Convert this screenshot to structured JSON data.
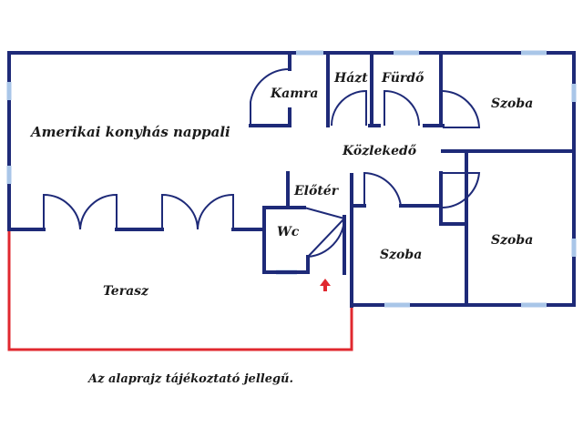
{
  "rooms": {
    "living": "Amerikai konyhás nappali",
    "pantry": "Kamra",
    "utility": "Házt",
    "bathroom": "Fürdő",
    "room_ne": "Szoba",
    "hallway": "Közlekedő",
    "entrance": "Előtér",
    "wc": "Wc",
    "room_center": "Szoba",
    "room_se": "Szoba",
    "terrace": "Terasz"
  },
  "disclaimer": "Az alaprajz tájékoztató jellegű.",
  "colors": {
    "wall": "#1e2a78",
    "window": "#a9c6e8",
    "terrace_outline": "#e0282f",
    "entrance_arrow": "#e0282f"
  },
  "icons": {
    "entrance_marker": "up-arrow-icon"
  }
}
